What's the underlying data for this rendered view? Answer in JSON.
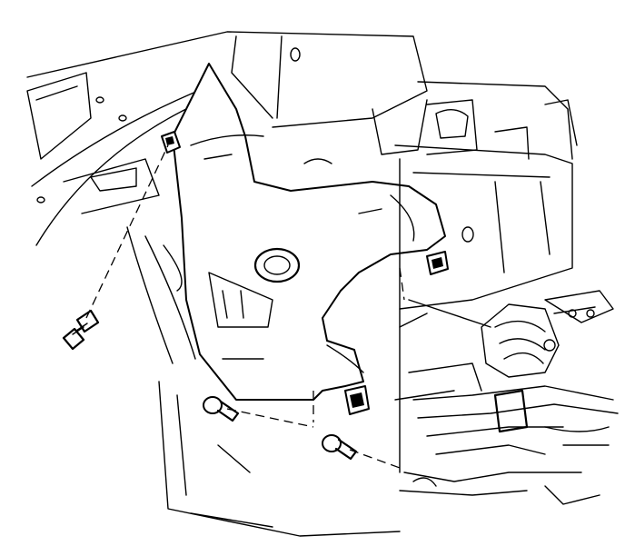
{
  "figure": {
    "type": "line-art exploded-view illustration",
    "background": "#ffffff",
    "stroke_color": "#000000"
  },
  "parts": [
    {
      "id": "splash-shield",
      "icon": "splash-shield-panel"
    },
    {
      "id": "bolt",
      "icon": "hex-bolt-icon",
      "count": 1
    },
    {
      "id": "push-pin-retainer",
      "icon": "push-pin-icon",
      "count": 2
    },
    {
      "id": "clip",
      "icon": "clip-icon",
      "count": 3
    }
  ]
}
